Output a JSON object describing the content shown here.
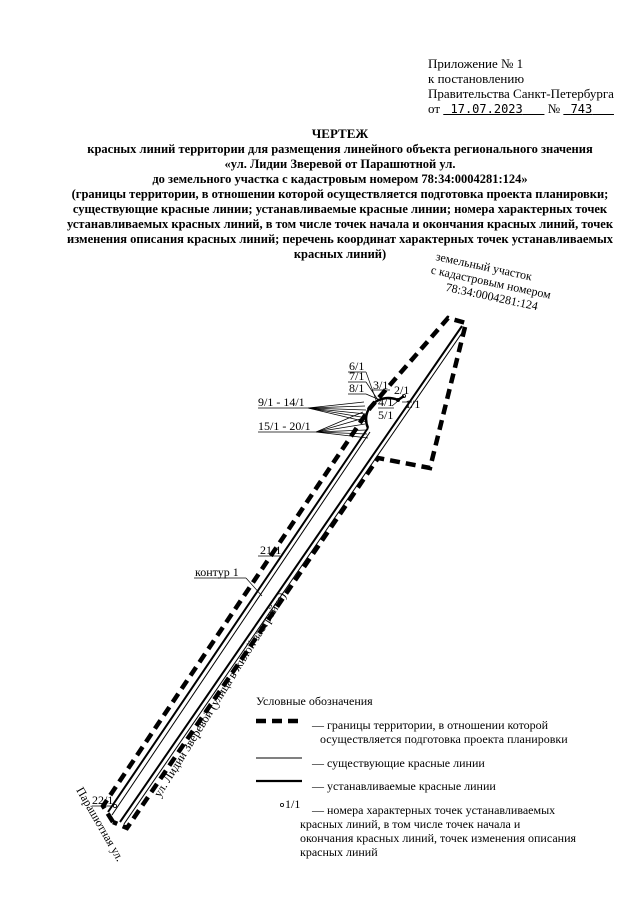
{
  "appendix": {
    "line1": "Приложение № 1",
    "line2": "к постановлению",
    "line3": "Правительства Санкт-Петербурга",
    "from": "от",
    "date": "17.07.2023",
    "number_sign": "№",
    "number": "743"
  },
  "title": {
    "heading": "ЧЕРТЕЖ",
    "line1": "красных линий территории для размещения линейного объекта регионального значения",
    "line2": "«ул. Лидии Зверевой от Парашютной ул.",
    "line3": "до земельного участка с кадастровым номером 78:34:0004281:124»",
    "line4": "(границы территории, в отношении которой осуществляется подготовка проекта планировки;",
    "line5": "существующие красные линии; устанавливаемые красные линии; номера характерных точек",
    "line6": "устанавливаемых красных линий, в том числе точек начала и окончания красных линий, точек",
    "line7": "изменения описания красных линий; перечень координат характерных точек устанавливаемых",
    "line8": "красных линий)"
  },
  "map": {
    "parcel_label": [
      "земельный участок",
      "с кадастровым номером",
      "78:34:0004281:124"
    ],
    "points": {
      "p1": "1/1",
      "p2": "2/1",
      "p3": "3/1",
      "p4": "4/1",
      "p5": "5/1",
      "p6": "6/1",
      "p7": "7/1",
      "p8": "8/1",
      "p9_14": "9/1 - 14/1",
      "p15_20": "15/1 - 20/1",
      "p21": "21/1",
      "p22": "22/1"
    },
    "contour": "контур 1",
    "street_label": "ул. Лидии Зверевой (улица в жилой застройке)",
    "parachute_street": "Парашютная ул."
  },
  "legend": {
    "title": "Условные обозначения",
    "boundary_line1": "— границы территории, в отношении которой",
    "boundary_line2": "осуществляется     подготовка проекта планировки",
    "existing": "— существующие красные линии",
    "established": "— устанавливаемые красные линии",
    "points_sample": "1/1",
    "points_line1": "— номера характерных точек устанавливаемых",
    "points_line2": "красных линий, в том числе точек начала и",
    "points_line3": "окончания красных линий, точек изменения описания",
    "points_line4": "красных линий"
  }
}
